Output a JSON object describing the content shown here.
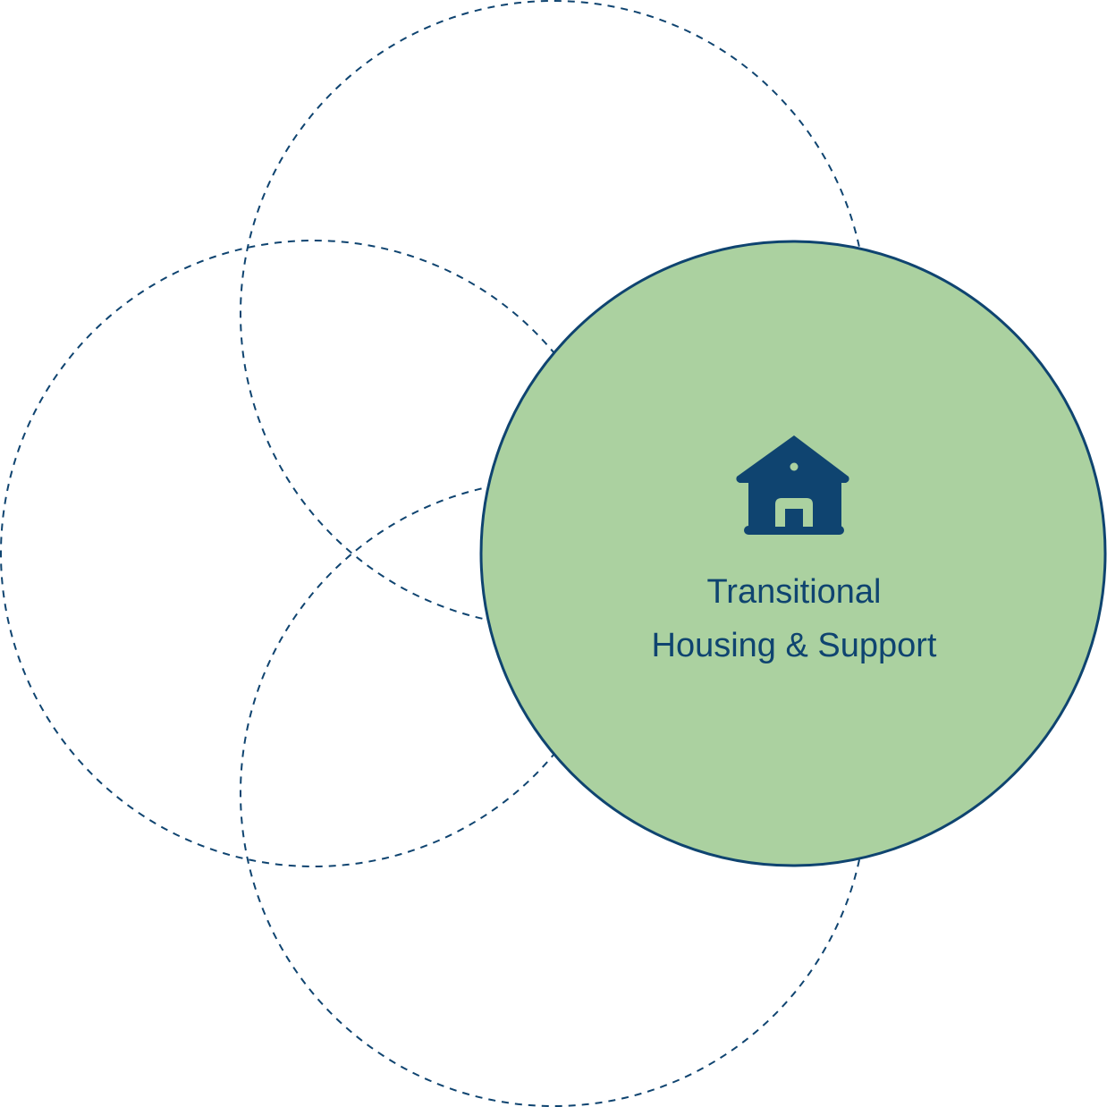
{
  "diagram": {
    "highlight": {
      "label_line1": "Transitional",
      "label_line2": "Housing & Support",
      "icon": "house-icon",
      "fill_color": "#abd1a0",
      "stroke_color": "#0f4470"
    },
    "outline_color": "#0f4470",
    "dashed_circles": [
      {
        "name": "top"
      },
      {
        "name": "left"
      },
      {
        "name": "bottom"
      }
    ]
  }
}
